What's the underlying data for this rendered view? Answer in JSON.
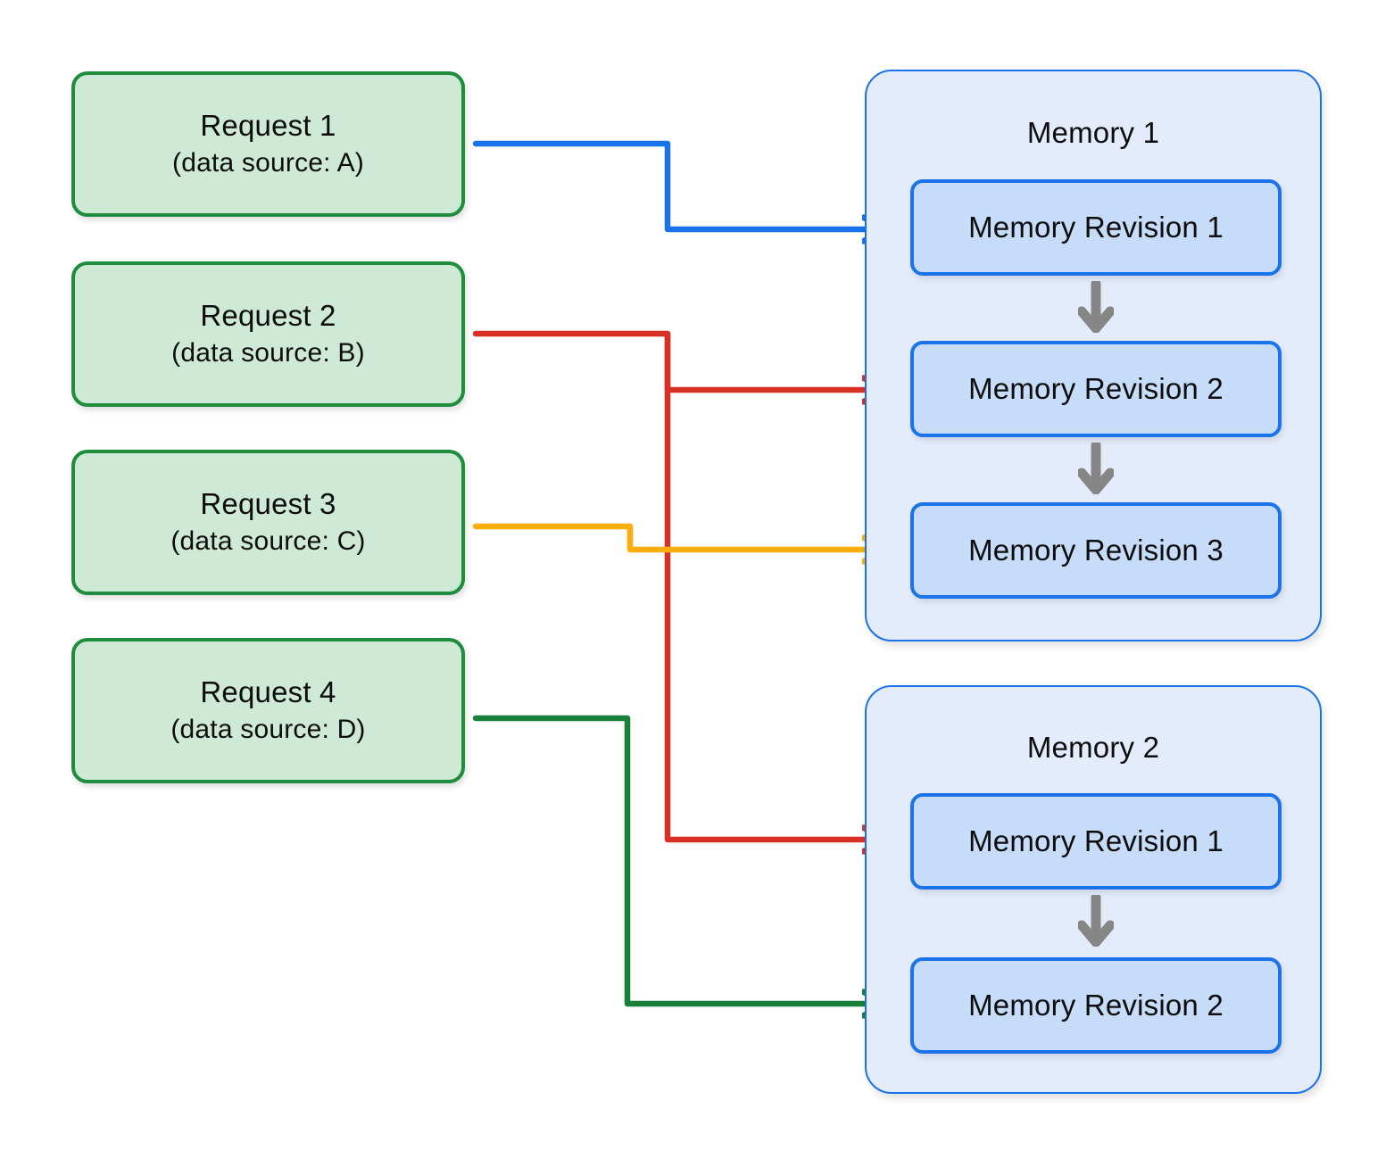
{
  "diagram": {
    "title_hidden": "Requests mapped to memory revisions",
    "colors": {
      "request_fill": "#cee9d5",
      "request_border": "#1e8e3e",
      "memory_container_fill": "#e4ecfc",
      "memory_container_border": "#1a73e8",
      "revision_fill": "#c6dcf8",
      "revision_border": "#1a73e8",
      "connector_blue": "#1a73e8",
      "connector_red": "#d93025",
      "connector_orange": "#fbae0b",
      "connector_green": "#188038",
      "sequence_arrow_gray": "#868686",
      "background": "#ffffff"
    }
  },
  "requests": [
    {
      "id": "request-1",
      "title": "Request 1",
      "subtitle": "(data source: A)",
      "connector_color": "#1a73e8"
    },
    {
      "id": "request-2",
      "title": "Request 2",
      "subtitle": "(data source: B)",
      "connector_color": "#d93025"
    },
    {
      "id": "request-3",
      "title": "Request 3",
      "subtitle": "(data source: C)",
      "connector_color": "#fbae0b"
    },
    {
      "id": "request-4",
      "title": "Request 4",
      "subtitle": "(data source: D)",
      "connector_color": "#188038"
    }
  ],
  "memories": [
    {
      "id": "memory-1",
      "title": "Memory 1",
      "revisions": [
        {
          "id": "memory-1-revision-1",
          "label": "Memory Revision 1"
        },
        {
          "id": "memory-1-revision-2",
          "label": "Memory Revision 2"
        },
        {
          "id": "memory-1-revision-3",
          "label": "Memory Revision 3"
        }
      ]
    },
    {
      "id": "memory-2",
      "title": "Memory 2",
      "revisions": [
        {
          "id": "memory-2-revision-1",
          "label": "Memory Revision 1"
        },
        {
          "id": "memory-2-revision-2",
          "label": "Memory Revision 2"
        }
      ]
    }
  ],
  "connections": [
    {
      "id": "conn-r1-m1r1",
      "from": "Request 1",
      "to": "Memory 1 / Memory Revision 1",
      "color": "#1a73e8"
    },
    {
      "id": "conn-r2-m1r2",
      "from": "Request 2",
      "to": "Memory 1 / Memory Revision 2",
      "color": "#d93025"
    },
    {
      "id": "conn-r2-m2r1",
      "from": "Request 2",
      "to": "Memory 2 / Memory Revision 1",
      "color": "#d93025"
    },
    {
      "id": "conn-r3-m1r3",
      "from": "Request 3",
      "to": "Memory 1 / Memory Revision 3",
      "color": "#fbae0b"
    },
    {
      "id": "conn-r4-m2r2",
      "from": "Request 4",
      "to": "Memory 2 / Memory Revision 2",
      "color": "#188038"
    }
  ],
  "sequence_arrows": [
    {
      "id": "seq-m1-1-2",
      "from": "Memory 1 / Memory Revision 1",
      "to": "Memory 1 / Memory Revision 2"
    },
    {
      "id": "seq-m1-2-3",
      "from": "Memory 1 / Memory Revision 2",
      "to": "Memory 1 / Memory Revision 3"
    },
    {
      "id": "seq-m2-1-2",
      "from": "Memory 2 / Memory Revision 1",
      "to": "Memory 2 / Memory Revision 2"
    }
  ]
}
